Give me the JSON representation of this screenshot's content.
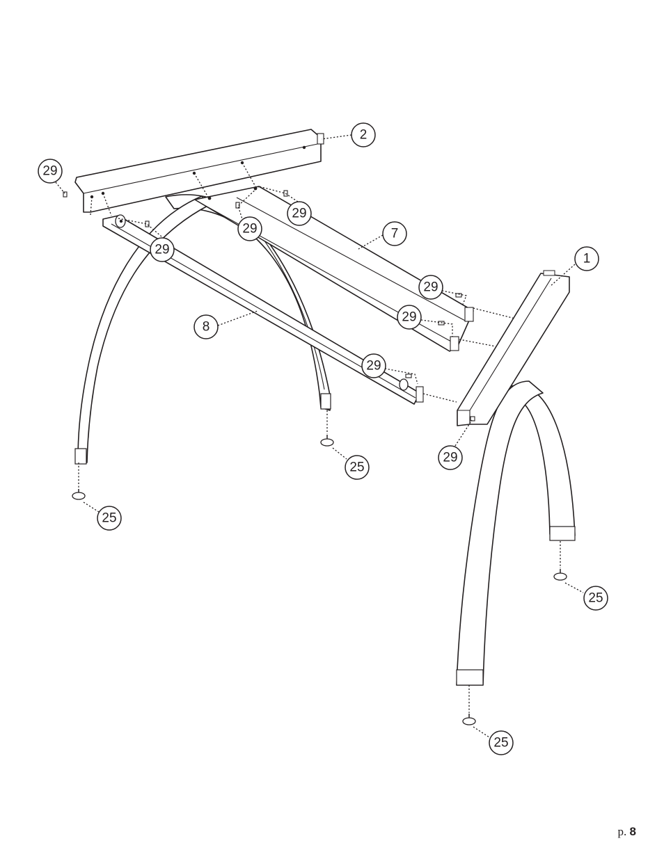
{
  "callouts": [
    {
      "id": "c2",
      "label": "2"
    },
    {
      "id": "c1",
      "label": "1"
    },
    {
      "id": "c7",
      "label": "7"
    },
    {
      "id": "c8",
      "label": "8"
    },
    {
      "id": "c29a",
      "label": "29"
    },
    {
      "id": "c29b",
      "label": "29"
    },
    {
      "id": "c29c",
      "label": "29"
    },
    {
      "id": "c29d",
      "label": "29"
    },
    {
      "id": "c29e",
      "label": "29"
    },
    {
      "id": "c29f",
      "label": "29"
    },
    {
      "id": "c29g",
      "label": "29"
    },
    {
      "id": "c29h",
      "label": "29"
    },
    {
      "id": "c25a",
      "label": "25"
    },
    {
      "id": "c25b",
      "label": "25"
    },
    {
      "id": "c25c",
      "label": "25"
    },
    {
      "id": "c25d",
      "label": "25"
    }
  ],
  "page": {
    "prefix": "p.",
    "number": "8"
  }
}
